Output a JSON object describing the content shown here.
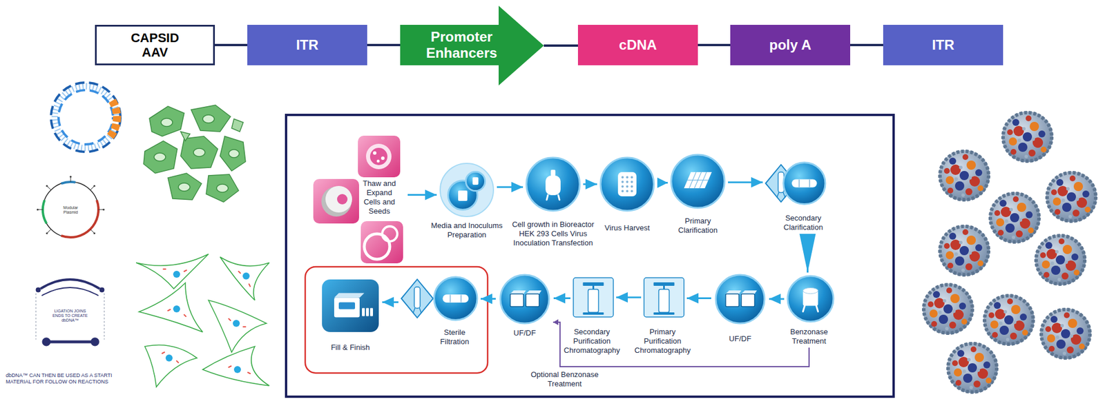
{
  "diagram": {
    "nodes": [
      {
        "text": [
          "CAPSID AAV"
        ]
      },
      {
        "text": [
          "ITR"
        ]
      },
      {
        "text": [
          "Promoter Enhancers"
        ]
      },
      {
        "text": [
          "cDNA"
        ]
      },
      {
        "text": [
          "poly A"
        ]
      },
      {
        "text": [
          "ITR"
        ]
      },
      {
        "text": [
          "Thaw and Expand Cells and Seeds"
        ]
      },
      {
        "text": [
          "Media and Inoculums Preparation"
        ]
      },
      {
        "text": [
          "Cell growth in Bioreactor HEK 293 Cells Virus Inoculation Transfection"
        ]
      },
      {
        "text": [
          "Virus Harvest"
        ]
      },
      {
        "text": [
          "Primary Clarification"
        ]
      },
      {
        "text": [
          "Secondary Clarification"
        ]
      },
      {
        "text": [
          "Benzonase Treatment"
        ]
      },
      {
        "text": [
          "UF/DF"
        ]
      },
      {
        "text": [
          "Primary Purification Chromatography"
        ]
      },
      {
        "text": [
          "Secondary Purification Chromatography"
        ]
      },
      {
        "text": [
          "UF/DF"
        ]
      },
      {
        "text": [
          "Sterile Filtration"
        ]
      },
      {
        "text": [
          "Fill & Finish"
        ]
      }
    ],
    "edges": [
      {
        "from": 0,
        "to": 1,
        "arrow": "none"
      },
      {
        "from": 1,
        "to": 2,
        "arrow": "none"
      },
      {
        "from": 2,
        "to": 3,
        "arrow": "none"
      },
      {
        "from": 3,
        "to": 4,
        "arrow": "none"
      },
      {
        "from": 4,
        "to": 5,
        "arrow": "none"
      },
      {
        "from": 6,
        "to": 7,
        "arrow": "to"
      },
      {
        "from": 7,
        "to": 8,
        "arrow": "to"
      },
      {
        "from": 8,
        "to": 9,
        "arrow": "to"
      },
      {
        "from": 9,
        "to": 10,
        "arrow": "to"
      },
      {
        "from": 10,
        "to": 11,
        "arrow": "to"
      },
      {
        "from": 11,
        "to": 12,
        "arrow": "to"
      },
      {
        "from": 12,
        "to": 13,
        "arrow": "to"
      },
      {
        "from": 13,
        "to": 14,
        "arrow": "to"
      },
      {
        "from": 14,
        "to": 15,
        "arrow": "to"
      },
      {
        "from": 15,
        "to": 16,
        "arrow": "to"
      },
      {
        "from": 16,
        "to": 17,
        "arrow": "to"
      },
      {
        "from": 17,
        "to": 18,
        "arrow": "to"
      },
      {
        "from": 12,
        "to": 16,
        "label": "Optional Benzonase Treatment",
        "arrow": "to"
      }
    ],
    "labels": [
      "Modular Plasmid",
      "LIGATION JOINS ENDS TO CREATE dbDNA™",
      "dbDNA™ CAN THEN BE USED AS A STARTI MATERIAL FOR FOLLOW ON REACTIONS"
    ]
  }
}
